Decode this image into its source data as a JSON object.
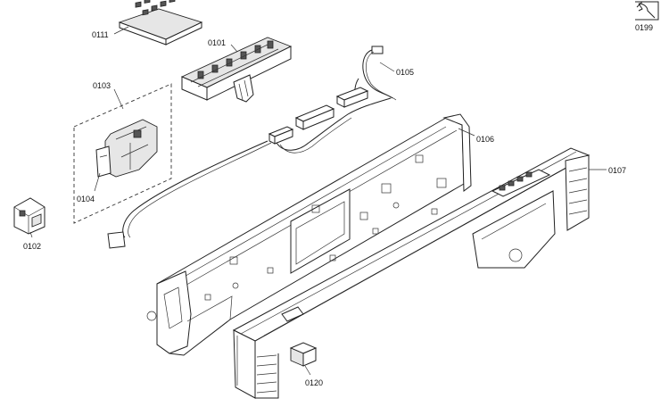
{
  "labels": {
    "p0111": "0111",
    "p0101": "0101",
    "p0105": "0105",
    "p0103": "0103",
    "p0106": "0106",
    "p0107": "0107",
    "p0104": "0104",
    "p0102": "0102",
    "p0120": "0120",
    "p0199": "0199"
  }
}
